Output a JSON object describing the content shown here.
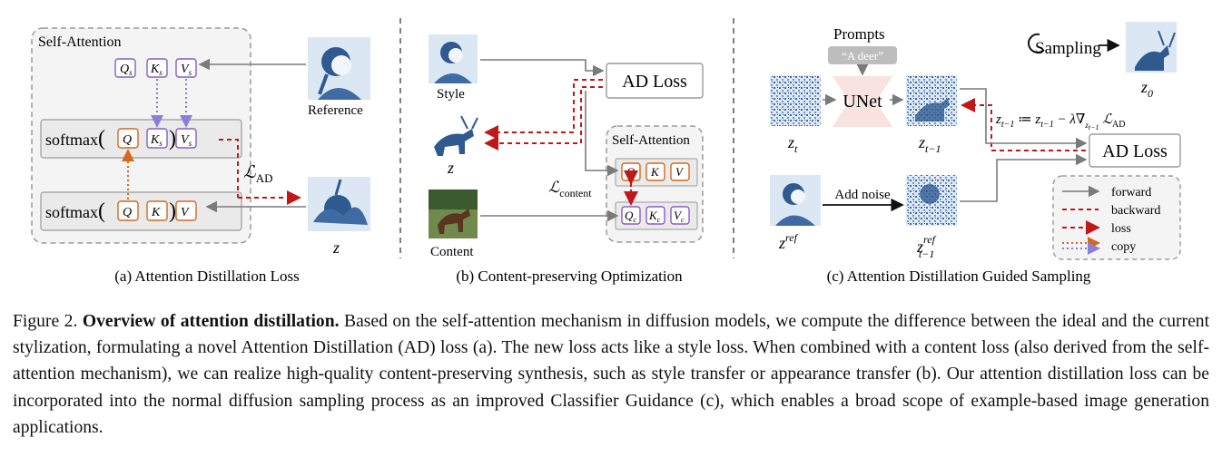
{
  "panel_a": {
    "box_title": "Self-Attention",
    "qs": "Q",
    "qs_sub": "s",
    "ks": "K",
    "ks_sub": "s",
    "vs": "V",
    "vs_sub": "s",
    "softmax": "softmax",
    "q": "Q",
    "k": "K",
    "v": "V",
    "reference_label": "Reference",
    "loss_L": "ℒ",
    "loss_sub": "AD",
    "z_label": "z",
    "caption": "(a) Attention Distillation Loss"
  },
  "panel_b": {
    "style_label": "Style",
    "z_label": "z",
    "content_label": "Content",
    "ad_loss": "AD Loss",
    "box_title": "Self-Attention",
    "q": "Q",
    "k": "K",
    "v": "V",
    "qc": "Q",
    "kc": "K",
    "vc": "V",
    "c_sub": "c",
    "lcontent_L": "ℒ",
    "lcontent_sub": "content",
    "caption": "(b) Content-preserving Optimization"
  },
  "panel_c": {
    "prompts": "Prompts",
    "prompt_text": "“A deer”",
    "unet": "UNet",
    "sampling": "Sampling",
    "z0": "z",
    "z0_sub": "0",
    "zt": "z",
    "zt_sub": "t",
    "zt1": "z",
    "zt1_sub": "t−1",
    "update_formula": "z",
    "ad_loss": "AD Loss",
    "add_noise": "Add noise",
    "zref": "z",
    "zref_sup": "ref",
    "zref1_sup": "ref",
    "zref1_sub": "t−1",
    "legend": [
      "forward",
      "backward",
      "loss",
      "copy"
    ],
    "caption": "(c) Attention Distillation Guided Sampling"
  },
  "figure_caption": {
    "label": "Figure 2.",
    "bold": "Overview of attention distillation.",
    "text": "Based on the self-attention mechanism in diffusion models, we compute the difference between the ideal and the current stylization, formulating a novel Attention Distillation (AD) loss (a). The new loss acts like a style loss. When combined with a content loss (also derived from the self-attention mechanism), we can realize high-quality content-preserving synthesis, such as style transfer or appearance transfer (b). Our attention distillation loss can be incorporated into the normal diffusion sampling process as an improved Classifier Guidance (c), which enables a broad scope of example-based image generation applications."
  },
  "colors": {
    "purple": "#8a5cc0",
    "orange": "#d2691e",
    "loss_red": "#c01818",
    "forward_gray": "#7a7a7a",
    "image_blue": "#2e5a90"
  }
}
